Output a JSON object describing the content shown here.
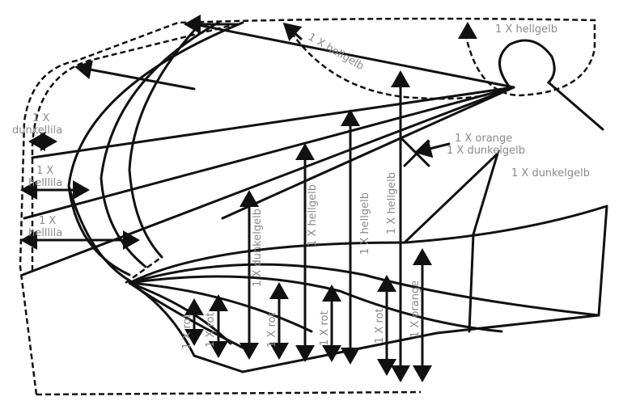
{
  "labels": {
    "top_hellgelb": "1 X hellgelb",
    "diag_hellgelb": "1 X hellgelb",
    "dunkellila_1": "1 X",
    "dunkellila_2": "dunkellila",
    "helllila_a1": "1 X",
    "helllila_a2": "helllila",
    "helllila_b1": "1 X",
    "helllila_b2": "helllila",
    "orange_top": "1 X orange",
    "dunkelgelb_small": "1 X dunkelgelb",
    "dunkelgelb_right": "1 X dunkelgelb",
    "vert_dunkelgelb": "1 X dunkelgelb",
    "vert_hellgelb_1": "1 X hellgelb",
    "vert_hellgelb_2": "1 X hellgelb",
    "vert_hellgelb_3": "1 X hellgelb",
    "rot_1": "1 X rot",
    "rot_2": "1 X rot",
    "rot_3": "1 X rot",
    "rot_4": "1 X rot",
    "rot_5": "1 X rot",
    "vert_orange": "1 X orange"
  },
  "colors": {
    "line": "#111111",
    "label": "#8a8a8a"
  }
}
